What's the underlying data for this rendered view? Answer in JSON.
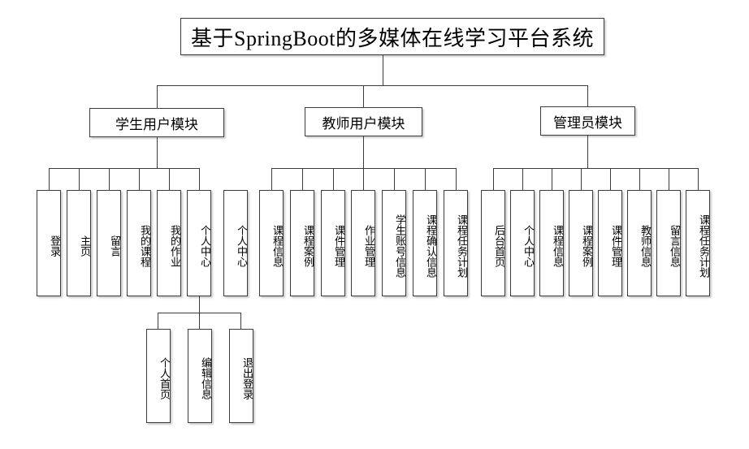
{
  "diagram": {
    "title": "基于SpringBoot的多媒体在线学习平台系统",
    "type": "hierarchy-tree",
    "modules": [
      {
        "id": "student",
        "label": "学生用户模块",
        "children": [
          {
            "label": "登录"
          },
          {
            "label": "主页"
          },
          {
            "label": "留言"
          },
          {
            "label": "我的课程"
          },
          {
            "label": "我的作业"
          },
          {
            "label": "个人中心",
            "children": [
              {
                "label": "个人首页"
              },
              {
                "label": "编辑信息"
              },
              {
                "label": "退出登录"
              }
            ]
          },
          {
            "label": "个人中心"
          }
        ]
      },
      {
        "id": "teacher",
        "label": "教师用户模块",
        "children": [
          {
            "label": "课程信息"
          },
          {
            "label": "课程案例"
          },
          {
            "label": "课件管理"
          },
          {
            "label": "作业管理"
          },
          {
            "label": "学生账号信息"
          },
          {
            "label": "课程确认信息"
          },
          {
            "label": "课程任务计划"
          }
        ]
      },
      {
        "id": "admin",
        "label": "管理员模块",
        "children": [
          {
            "label": "后台首页"
          },
          {
            "label": "个人中心"
          },
          {
            "label": "课程信息"
          },
          {
            "label": "课程案例"
          },
          {
            "label": "课件管理"
          },
          {
            "label": "教师信息"
          },
          {
            "label": "留言信息"
          },
          {
            "label": "课程任务计划"
          }
        ]
      }
    ],
    "colors": {
      "stroke": "#3c3c3c",
      "background": "#ffffff",
      "text": "#000000"
    }
  }
}
